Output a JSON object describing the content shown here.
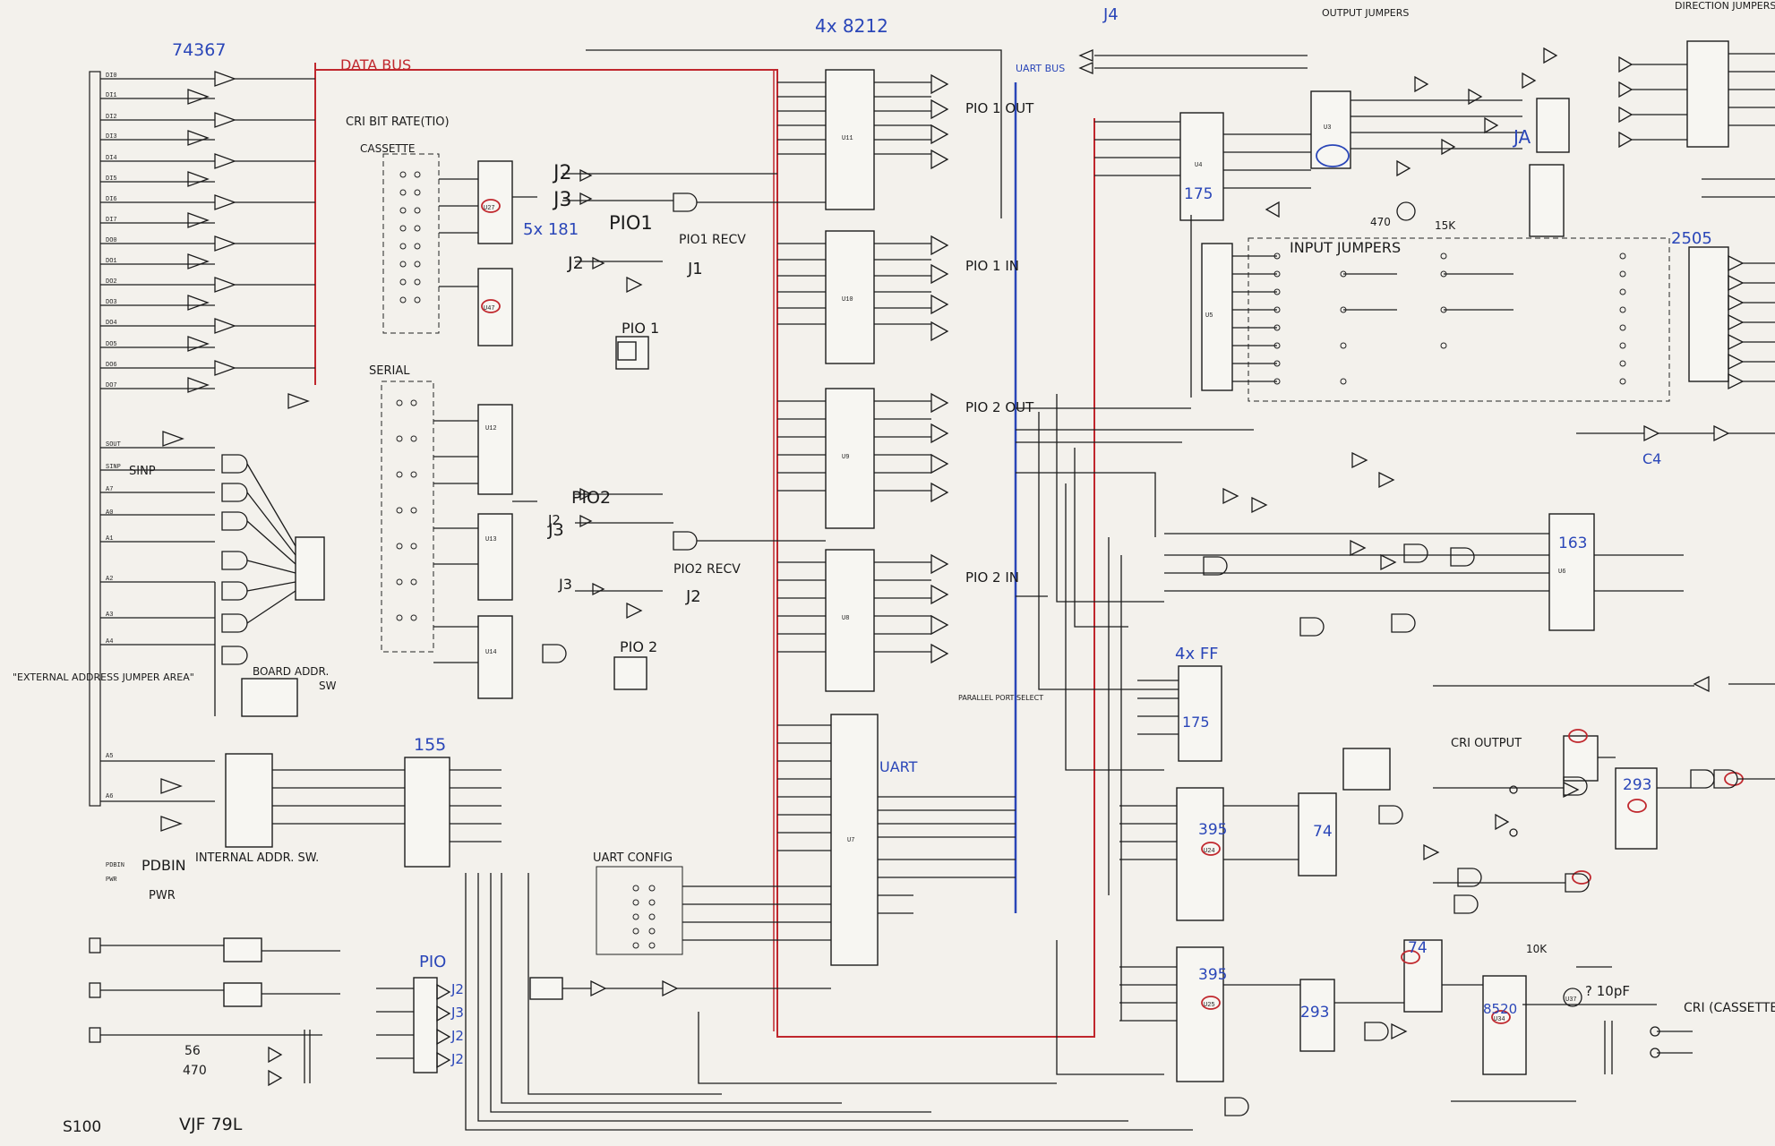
{
  "labels": {
    "ic_74367": "74367",
    "data_bus": "DATA BUS",
    "cri_bit_rate": "CRI BIT RATE(TIO)",
    "cassette": "CASSETTE",
    "serial": "SERIAL",
    "ic_4x8212": "4x 8212",
    "j4": "J4",
    "uart_bus": "UART BUS",
    "output_jumpers": "OUTPUT JUMPERS",
    "direction_jumpers": "DIRECTION JUMPERS",
    "ja": "JA",
    "ic_175": "175",
    "input_jumpers": "INPUT JUMPERS",
    "ic_2505": "2505",
    "c4": "C4",
    "ic_163": "163",
    "ic_5x181": "5x 181",
    "j2_a": "J2",
    "j3_a": "J3",
    "pio1": "PIO1",
    "j2_b": "J2",
    "pio1_recv": "PIO1 RECV",
    "j1_a": "J1",
    "pio1_box": "PIO 1",
    "pio1_out": "PIO 1 OUT",
    "pio1_in": "PIO 1 IN",
    "pio2": "PIO2",
    "j3_b": "J3",
    "j2_c": "J2",
    "j3_c": "J3",
    "pio2_recv": "PIO2 RECV",
    "j2_d": "J2",
    "pio2_box": "PIO 2",
    "pio1_2_out": "PIO 2 OUT",
    "pio1_2_in": "PIO 2 IN",
    "ic_4xff": "4x FF",
    "ic_175b": "175",
    "ext_addr": "\"EXTERNAL ADDRESS JUMPER AREA\"",
    "board_addr": "BOARD ADDR.",
    "sw": "SW",
    "ic_155": "155",
    "internal_addr": "INTERNAL ADDR. SW.",
    "pdbin": "PDBIN",
    "pwr": "PWR",
    "uart": "UART",
    "parallel_port_select": "PARALLEL PORT SELECT",
    "uart_config": "UART CONFIG",
    "cri_output": "CRI OUTPUT",
    "ic_293": "293",
    "ic_395a": "395",
    "ic_74a": "74",
    "ic_395b": "395",
    "ic_293b": "293",
    "ic_74b": "74",
    "ic_8520": "8520",
    "cap_10pf": "? 10pF",
    "r_10k": "10K",
    "cri_cassette": "CRI (CASSETTE INPUT)",
    "pio": "PIO",
    "j2_p1": "J2",
    "j3_p2": "J3",
    "j2_p3": "J2",
    "j2_p4": "J2",
    "r56": "56",
    "r470": "470",
    "s100": "S100",
    "vjf79l": "VJF 79L",
    "sinp": "SINP",
    "r470b": "470",
    "r15k": "15K"
  },
  "pins": [
    "DI0",
    "DI1",
    "DI2",
    "DI3",
    "DI4",
    "DI5",
    "DI6",
    "DI7",
    "DO0",
    "DO1",
    "DO2",
    "DO3",
    "DO4",
    "DO5",
    "DO6",
    "DO7",
    "A0",
    "A1",
    "A2",
    "A3",
    "A4",
    "A5",
    "A6",
    "A7",
    "PDBIN",
    "PWR",
    "SOUT",
    "SINP"
  ],
  "ic_names": [
    "U11",
    "U10",
    "U9",
    "U8",
    "U7",
    "U12",
    "U13",
    "U14",
    "U4",
    "U5",
    "U6",
    "U3",
    "U24",
    "U25",
    "U34",
    "U37",
    "U27",
    "U47"
  ],
  "colors": {
    "blue_ink": "#2a46b8",
    "red_ink": "#c0272d",
    "paper": "#f3f1ec",
    "trace": "#1c1c1c"
  }
}
